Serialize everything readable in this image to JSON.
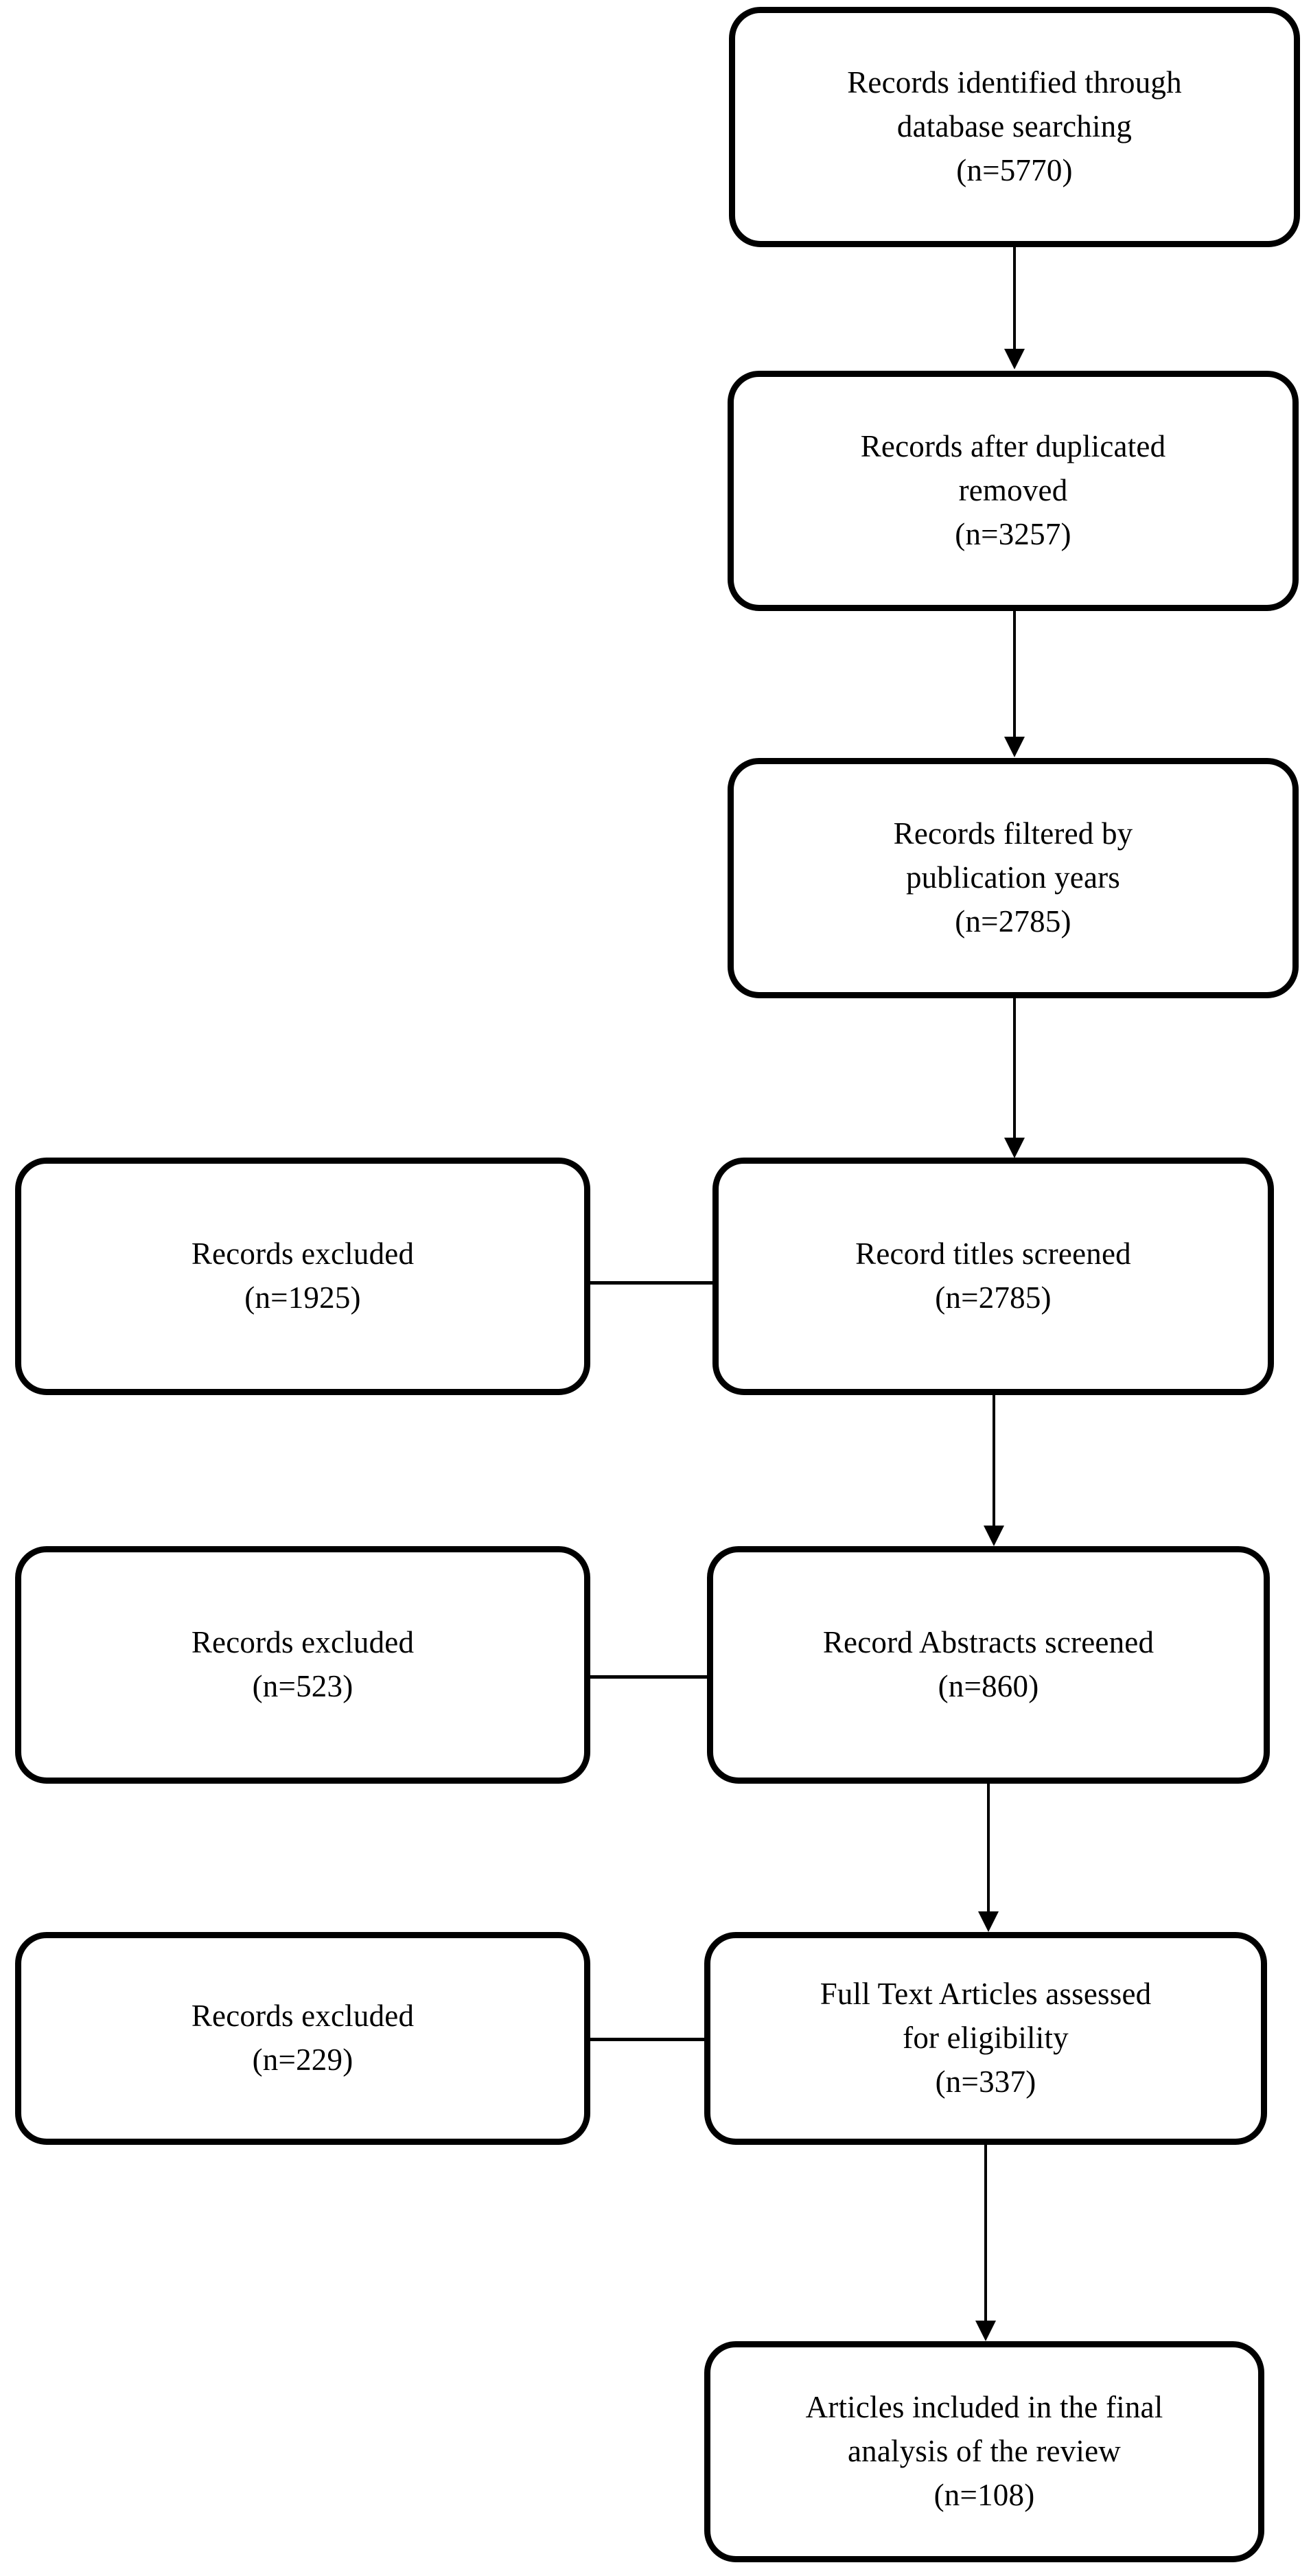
{
  "diagram": {
    "type": "prisma-flow-diagram",
    "title": "",
    "boxes": [
      {
        "id": "identified",
        "lines": [
          "Records identified through",
          "database searching",
          "(n=5770)"
        ],
        "count": 5770,
        "column": "main"
      },
      {
        "id": "after-duplicates",
        "lines": [
          "Records after duplicated",
          "removed",
          "(n=3257)"
        ],
        "count": 3257,
        "column": "main"
      },
      {
        "id": "filtered-years",
        "lines": [
          "Records filtered by",
          "publication years",
          "(n=2785)"
        ],
        "count": 2785,
        "column": "main"
      },
      {
        "id": "titles-excluded",
        "lines": [
          "Records excluded",
          "(n=1925)"
        ],
        "count": 1925,
        "column": "side"
      },
      {
        "id": "titles-screened",
        "lines": [
          "Record titles screened",
          "(n=2785)"
        ],
        "count": 2785,
        "column": "main"
      },
      {
        "id": "abstracts-excluded",
        "lines": [
          "Records excluded",
          "(n=523)"
        ],
        "count": 523,
        "column": "side"
      },
      {
        "id": "abstracts-screened",
        "lines": [
          "Record Abstracts screened",
          "(n=860)"
        ],
        "count": 860,
        "column": "main"
      },
      {
        "id": "fulltext-excluded",
        "lines": [
          "Records excluded",
          "(n=229)"
        ],
        "count": 229,
        "column": "side"
      },
      {
        "id": "fulltext-assessed",
        "lines": [
          "Full Text Articles assessed",
          "for eligibility",
          "(n=337)"
        ],
        "count": 337,
        "column": "main"
      },
      {
        "id": "included",
        "lines": [
          "Articles included in the final",
          "analysis of the review",
          "(n=108)"
        ],
        "count": 108,
        "column": "main"
      }
    ],
    "connectors": [
      {
        "from": "identified",
        "to": "after-duplicates",
        "kind": "arrow-down"
      },
      {
        "from": "after-duplicates",
        "to": "filtered-years",
        "kind": "arrow-down"
      },
      {
        "from": "filtered-years",
        "to": "titles-screened",
        "kind": "arrow-down"
      },
      {
        "from": "titles-screened",
        "to": "titles-excluded",
        "kind": "line-left"
      },
      {
        "from": "titles-screened",
        "to": "abstracts-screened",
        "kind": "arrow-down"
      },
      {
        "from": "abstracts-screened",
        "to": "abstracts-excluded",
        "kind": "line-left"
      },
      {
        "from": "abstracts-screened",
        "to": "fulltext-assessed",
        "kind": "arrow-down"
      },
      {
        "from": "fulltext-assessed",
        "to": "fulltext-excluded",
        "kind": "line-left"
      },
      {
        "from": "fulltext-assessed",
        "to": "included",
        "kind": "arrow-down"
      }
    ],
    "colors": {
      "stroke": "#000000",
      "fill": "#ffffff",
      "text": "#000000"
    }
  }
}
